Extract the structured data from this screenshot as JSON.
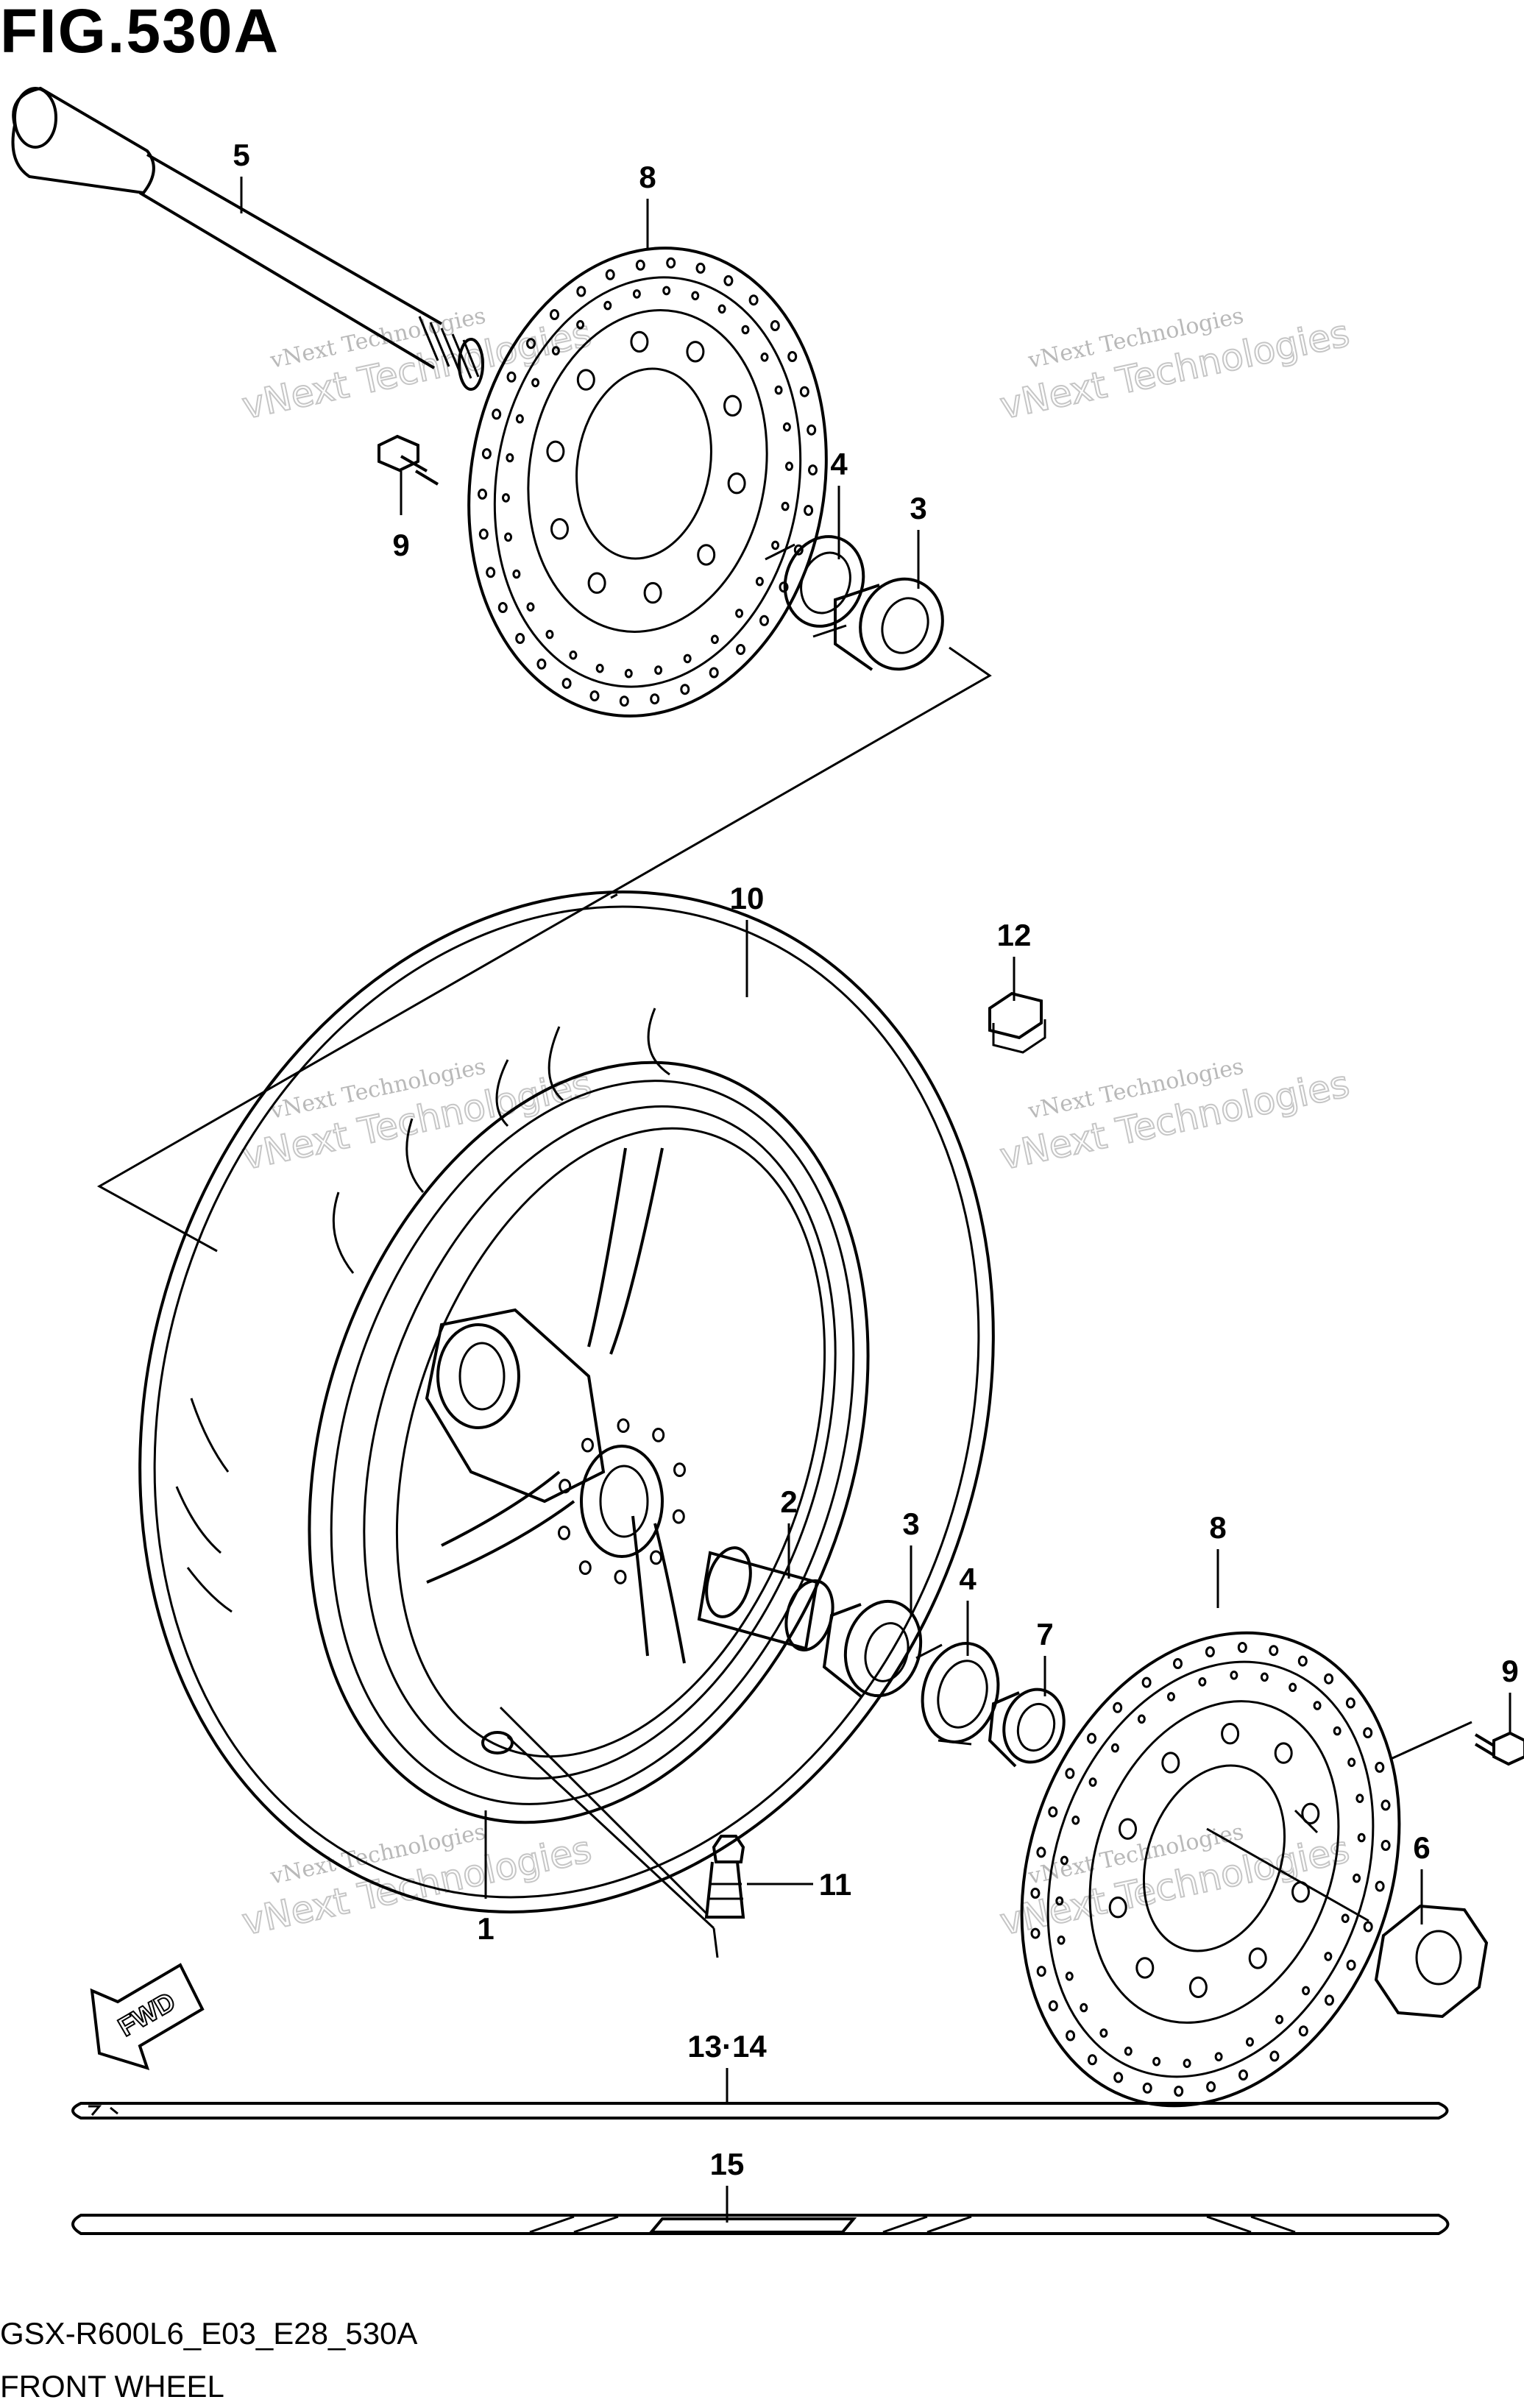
{
  "figure": {
    "title": "FIG.530A",
    "code": "GSX-R600L6_E03_E28_530A",
    "caption": "FRONT WHEEL"
  },
  "fwd_label": "FWD",
  "watermark": {
    "line1": "vNext Technologies",
    "line2": "vNext Technologies"
  },
  "callouts": {
    "c1": "1",
    "c2": "2",
    "c3a": "3",
    "c3b": "3",
    "c4a": "4",
    "c4b": "4",
    "c5": "5",
    "c6": "6",
    "c7": "7",
    "c8a": "8",
    "c8b": "8",
    "c9a": "9",
    "c9b": "9",
    "c10": "10",
    "c11": "11",
    "c12": "12",
    "c13": "13·14",
    "c15": "15"
  }
}
